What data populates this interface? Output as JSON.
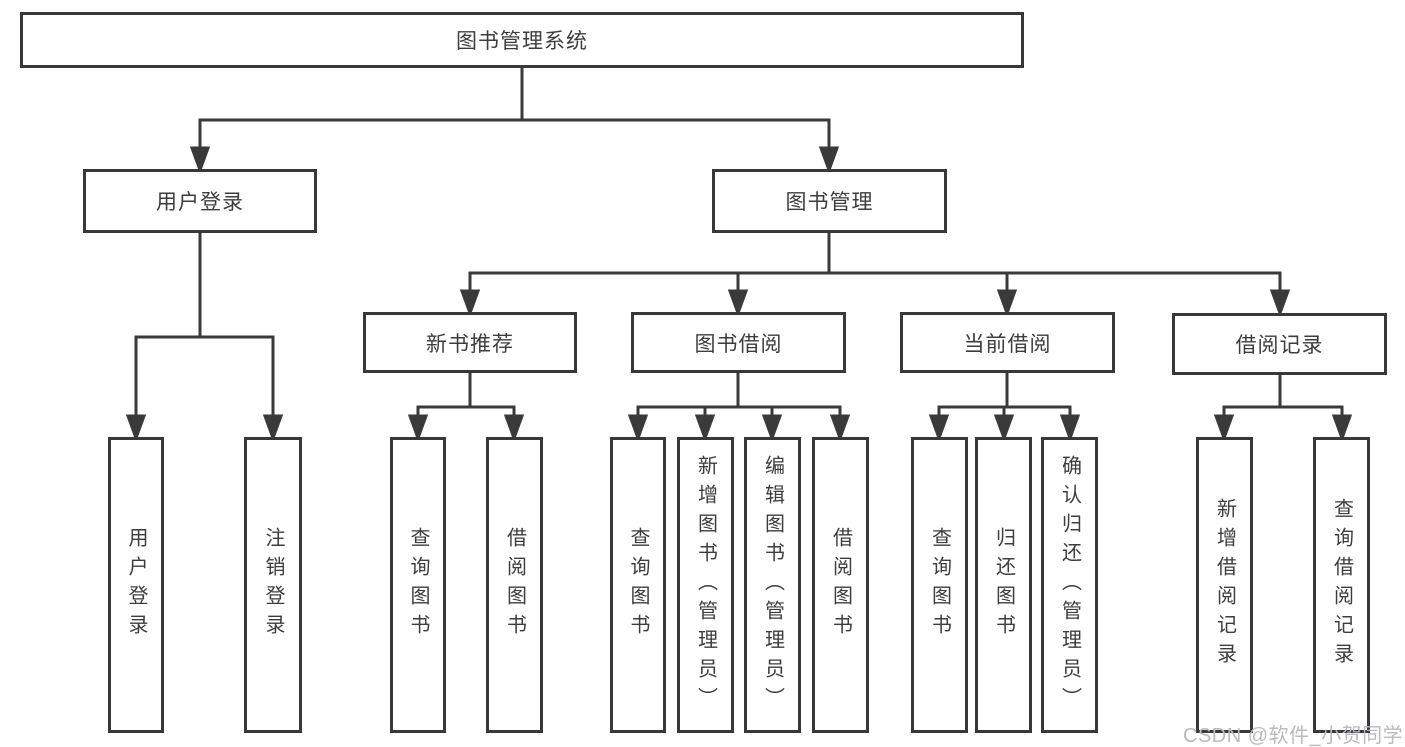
{
  "diagram": {
    "title": "图书管理系统",
    "children": [
      {
        "label": "用户登录",
        "children": [
          {
            "label": "用户登录"
          },
          {
            "label": "注销登录"
          }
        ]
      },
      {
        "label": "图书管理",
        "children": [
          {
            "label": "新书推荐",
            "children": [
              {
                "label": "查询图书"
              },
              {
                "label": "借阅图书"
              }
            ]
          },
          {
            "label": "图书借阅",
            "children": [
              {
                "label": "查询图书"
              },
              {
                "label": "新增图书（管理员）"
              },
              {
                "label": "编辑图书（管理员）"
              },
              {
                "label": "借阅图书"
              }
            ]
          },
          {
            "label": "当前借阅",
            "children": [
              {
                "label": "查询图书"
              },
              {
                "label": "归还图书"
              },
              {
                "label": "确认归还（管理员）"
              }
            ]
          },
          {
            "label": "借阅记录",
            "children": [
              {
                "label": "新增借阅记录"
              },
              {
                "label": "查询借阅记录"
              }
            ]
          }
        ]
      }
    ]
  },
  "watermark": {
    "text": "CSDN @软件_小贺同学"
  },
  "colors": {
    "line": "#3a3a3a",
    "text": "#3d3d3d",
    "box_background": "#ffffff",
    "watermark": "#b7bbc0",
    "background": "#ffffff"
  }
}
